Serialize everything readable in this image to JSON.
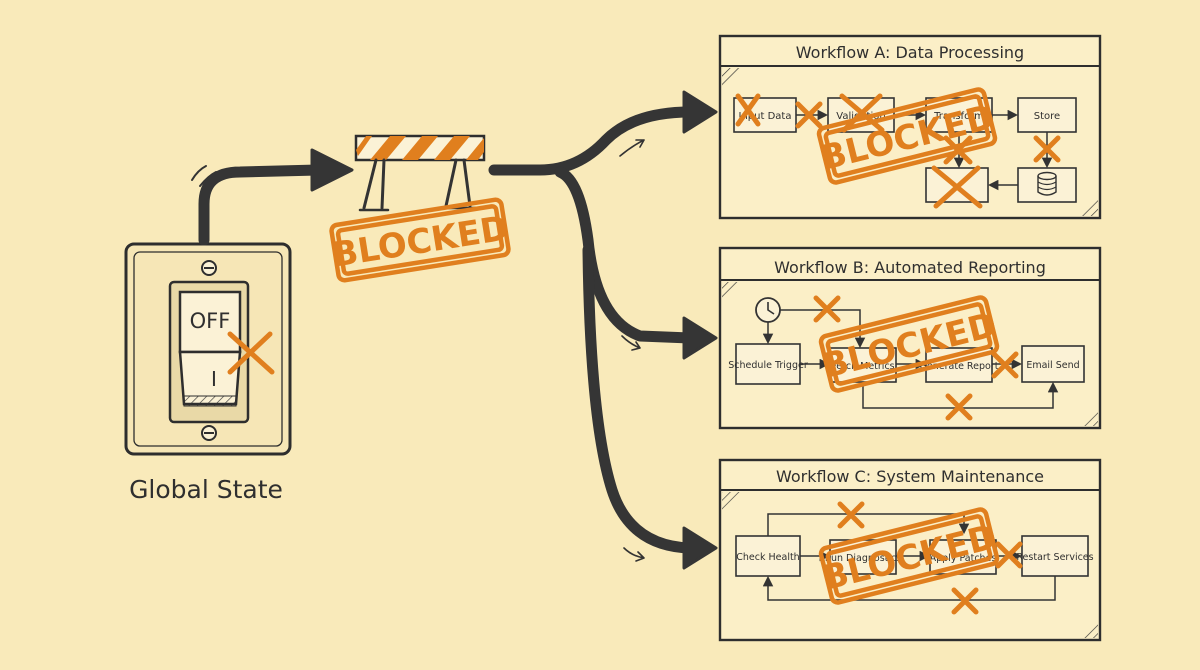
{
  "switch": {
    "label_off": "OFF",
    "label_on": "I",
    "caption": "Global State"
  },
  "barrier": {
    "stamp": "BLOCKED"
  },
  "workflows": [
    {
      "title": "Workflow A: Data Processing",
      "stamp": "BLOCKED",
      "nodes": [
        "Input Data",
        "Validation",
        "Transform",
        "Store"
      ]
    },
    {
      "title": "Workflow B: Automated Reporting",
      "stamp": "BLOCKED",
      "nodes": [
        "Schedule Trigger",
        "Fetch Metrics",
        "Generate Report",
        "Email Send"
      ]
    },
    {
      "title": "Workflow C: System Maintenance",
      "stamp": "BLOCKED",
      "nodes": [
        "Check Health",
        "Run Diagnostics",
        "Apply Patches",
        "Restart Services"
      ]
    }
  ],
  "colors": {
    "background": "#f9eaba",
    "ink": "#333333",
    "blocked": "#e07f1e"
  },
  "icons": [
    "power-switch-icon",
    "barrier-icon",
    "clock-icon",
    "database-icon",
    "cross-icon"
  ]
}
